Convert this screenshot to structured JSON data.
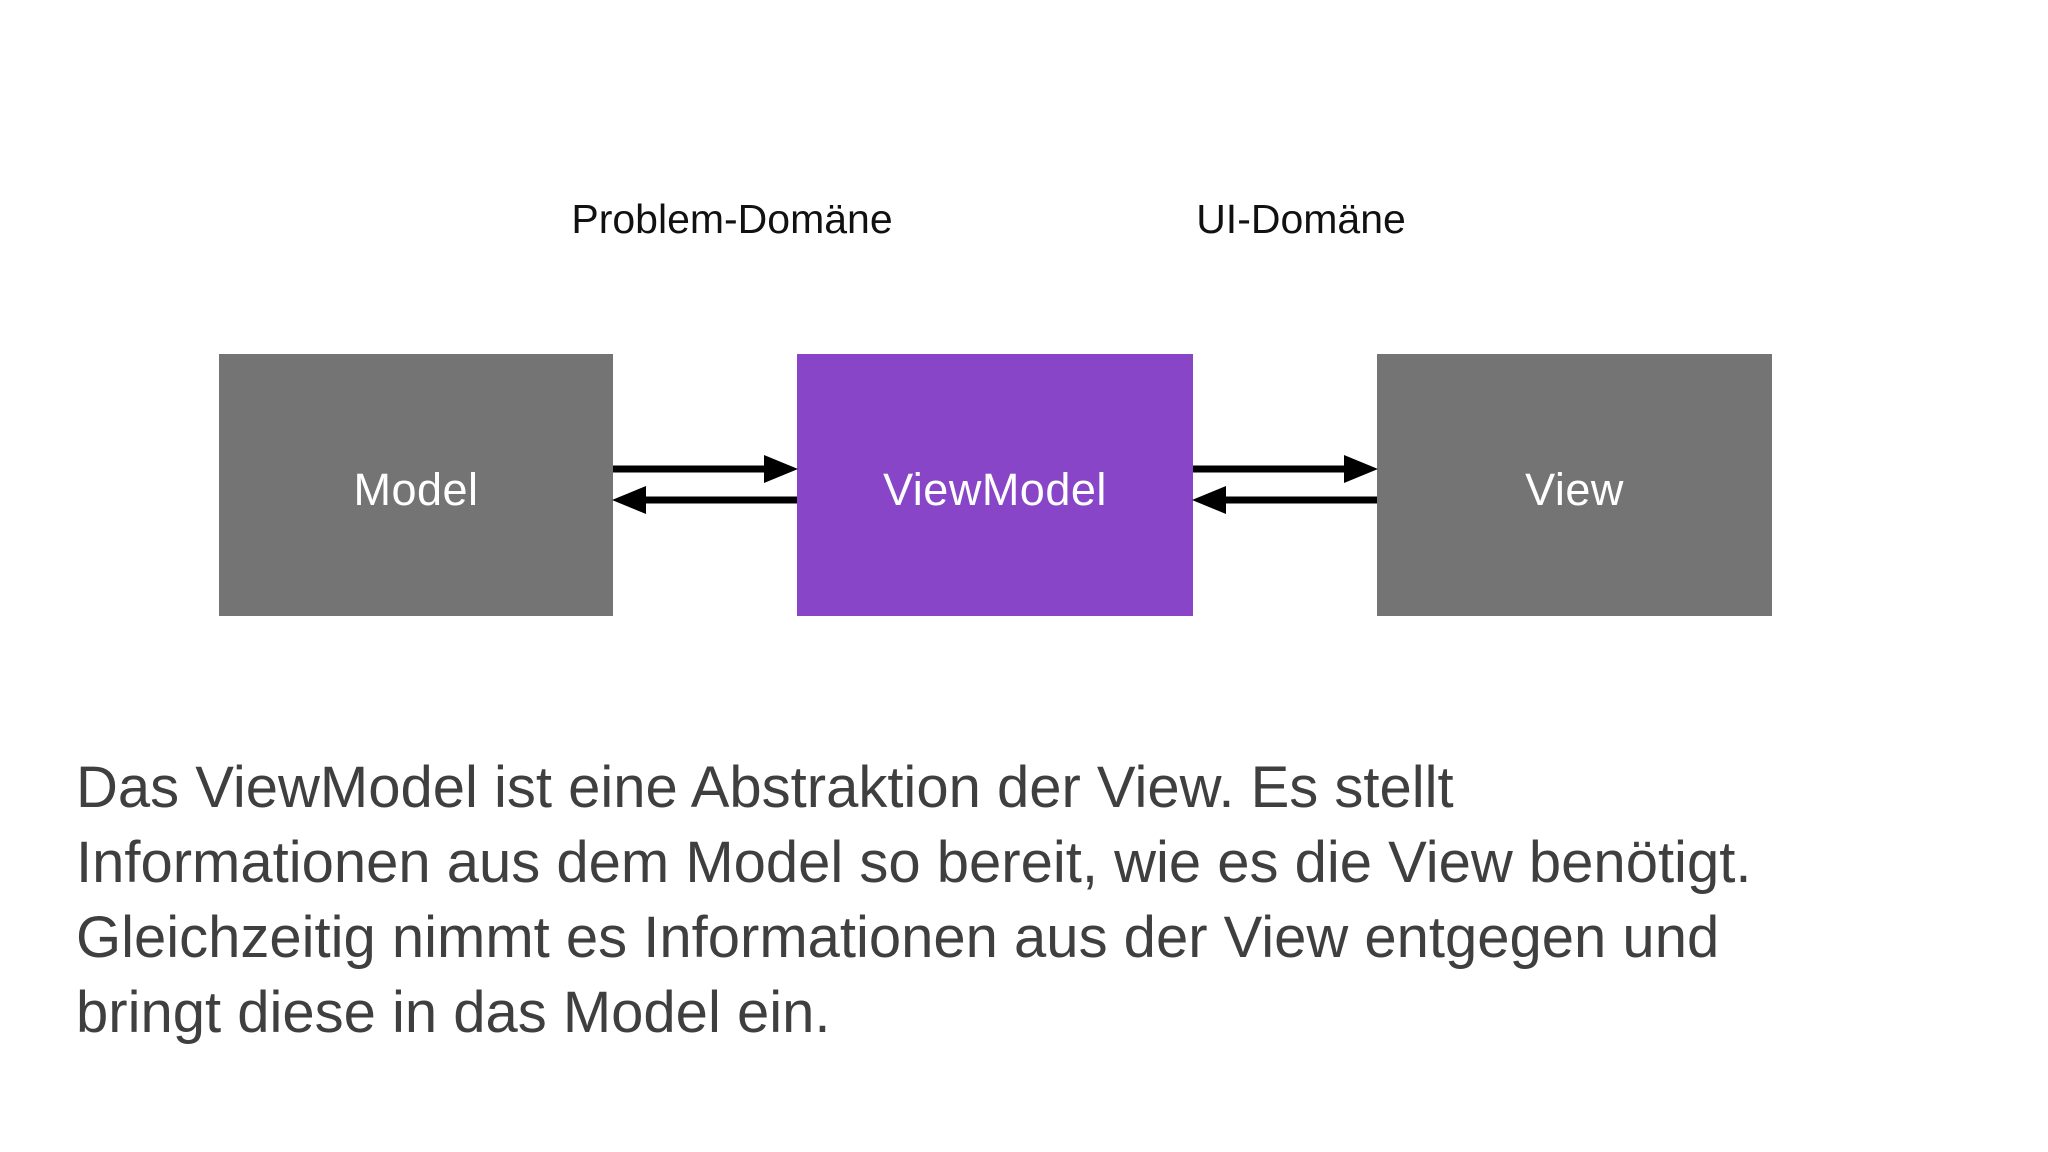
{
  "diagram": {
    "problem_domain_label": "Problem-Domäne",
    "ui_domain_label": "UI-Domäne",
    "boxes": [
      {
        "label": "Model",
        "fill": "#747474",
        "text_color": "#ffffff"
      },
      {
        "label": "ViewModel",
        "fill": "#8845C8",
        "text_color": "#ffffff"
      },
      {
        "label": "View",
        "fill": "#747474",
        "text_color": "#ffffff"
      }
    ],
    "arrow_color": "#000000",
    "arrows": [
      {
        "name": "model-to-viewmodel",
        "direction": "right"
      },
      {
        "name": "viewmodel-to-model",
        "direction": "left"
      },
      {
        "name": "viewmodel-to-view",
        "direction": "right"
      },
      {
        "name": "view-to-viewmodel",
        "direction": "left"
      }
    ]
  },
  "description": {
    "text_color": "#3f3f3f",
    "lines": [
      "Das ViewModel ist eine Abstraktion der View. Es stellt",
      "Informationen aus dem Model so bereit, wie es die View benötigt.",
      "Gleichzeitig nimmt es Informationen aus der View entgegen und",
      "bringt diese in das Model ein."
    ]
  }
}
